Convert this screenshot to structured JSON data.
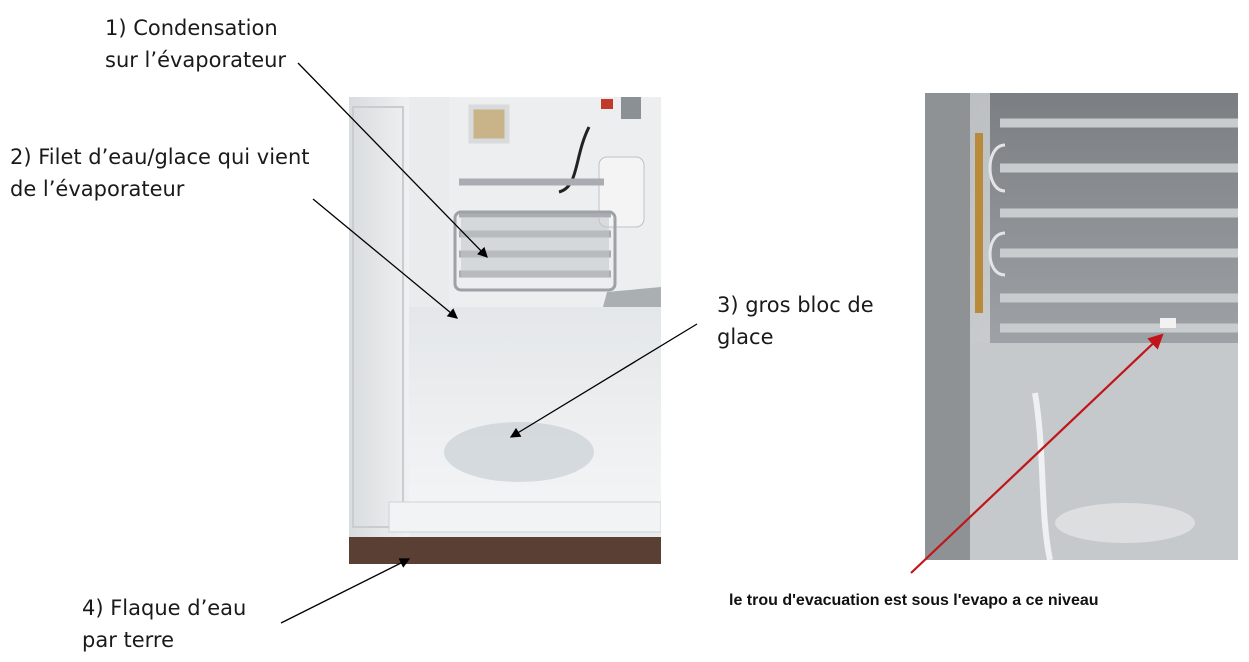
{
  "labels": {
    "condensation": [
      "1) Condensation",
      "sur l’évaporateur"
    ],
    "filet": [
      "2) Filet d’eau/glace qui vient",
      "de l’évaporateur"
    ],
    "bloc": [
      "3) gros bloc de",
      "glace"
    ],
    "flaque": [
      "4) Flaque d’eau",
      "par terre"
    ]
  },
  "caption": "le trou d'evacuation est sous l'evapo a ce niveau",
  "colors": {
    "text": "#1a1a1a",
    "red_arrow": "#c0161a",
    "fridge_white": "#e9ebec",
    "coil_metal": "#b9bcbf",
    "floor_brown": "#5a4034"
  }
}
